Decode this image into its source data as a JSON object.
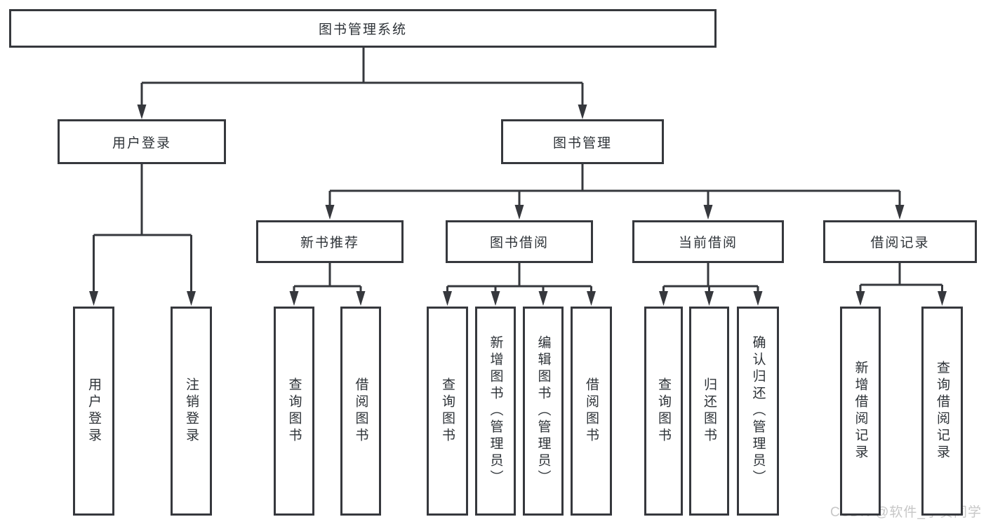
{
  "diagram": {
    "watermark": "CSDN @软件_小贺同学",
    "colors": {
      "border": "#36383d",
      "connector": "#36383d",
      "text": "#2e3338",
      "watermark": "#c7c7c7",
      "background": "#ffffff"
    },
    "nodes": {
      "root": {
        "label": "图书管理系统"
      },
      "level2": [
        {
          "label": "用户登录"
        },
        {
          "label": "图书管理"
        }
      ],
      "level3": [
        {
          "label": "新书推荐"
        },
        {
          "label": "图书借阅"
        },
        {
          "label": "当前借阅"
        },
        {
          "label": "借阅记录"
        }
      ],
      "leaves": {
        "userLogin": [
          {
            "label": "用户登录"
          },
          {
            "label": "注销登录"
          }
        ],
        "newBookRecommend": [
          {
            "label": "查询图书"
          },
          {
            "label": "借阅图书"
          }
        ],
        "bookBorrow": [
          {
            "label": "查询图书"
          },
          {
            "label": "新增图书（管理员）"
          },
          {
            "label": "编辑图书（管理员）"
          },
          {
            "label": "借阅图书"
          }
        ],
        "currentBorrow": [
          {
            "label": "查询图书"
          },
          {
            "label": "归还图书"
          },
          {
            "label": "确认归还（管理员）"
          }
        ],
        "borrowRecord": [
          {
            "label": "新增借阅记录"
          },
          {
            "label": "查询借阅记录"
          }
        ]
      }
    }
  }
}
